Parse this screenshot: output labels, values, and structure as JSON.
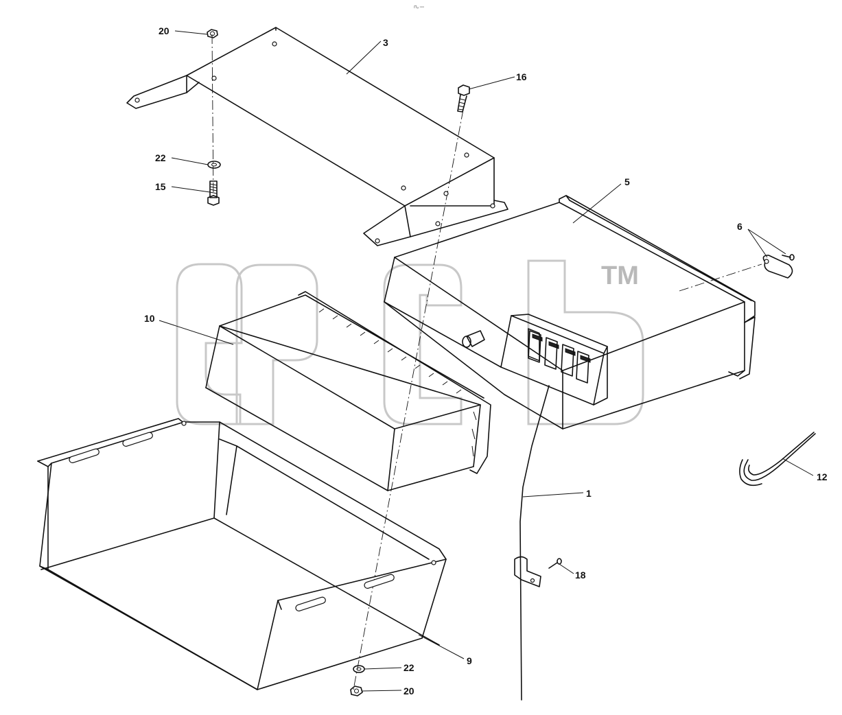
{
  "diagram": {
    "header_mark": "⊓ₒ ▫▫▫",
    "watermark": {
      "label": "epcb",
      "trademark": "TM"
    },
    "callouts": [
      {
        "id": "c20a",
        "label": "20"
      },
      {
        "id": "c3",
        "label": "3"
      },
      {
        "id": "c16",
        "label": "16"
      },
      {
        "id": "c22a",
        "label": "22"
      },
      {
        "id": "c15",
        "label": "15"
      },
      {
        "id": "c5",
        "label": "5"
      },
      {
        "id": "c6",
        "label": "6"
      },
      {
        "id": "c10",
        "label": "10"
      },
      {
        "id": "c1",
        "label": "1"
      },
      {
        "id": "c12",
        "label": "12"
      },
      {
        "id": "c18",
        "label": "18"
      },
      {
        "id": "c9",
        "label": "9"
      },
      {
        "id": "c22b",
        "label": "22"
      },
      {
        "id": "c20b",
        "label": "20"
      }
    ]
  }
}
